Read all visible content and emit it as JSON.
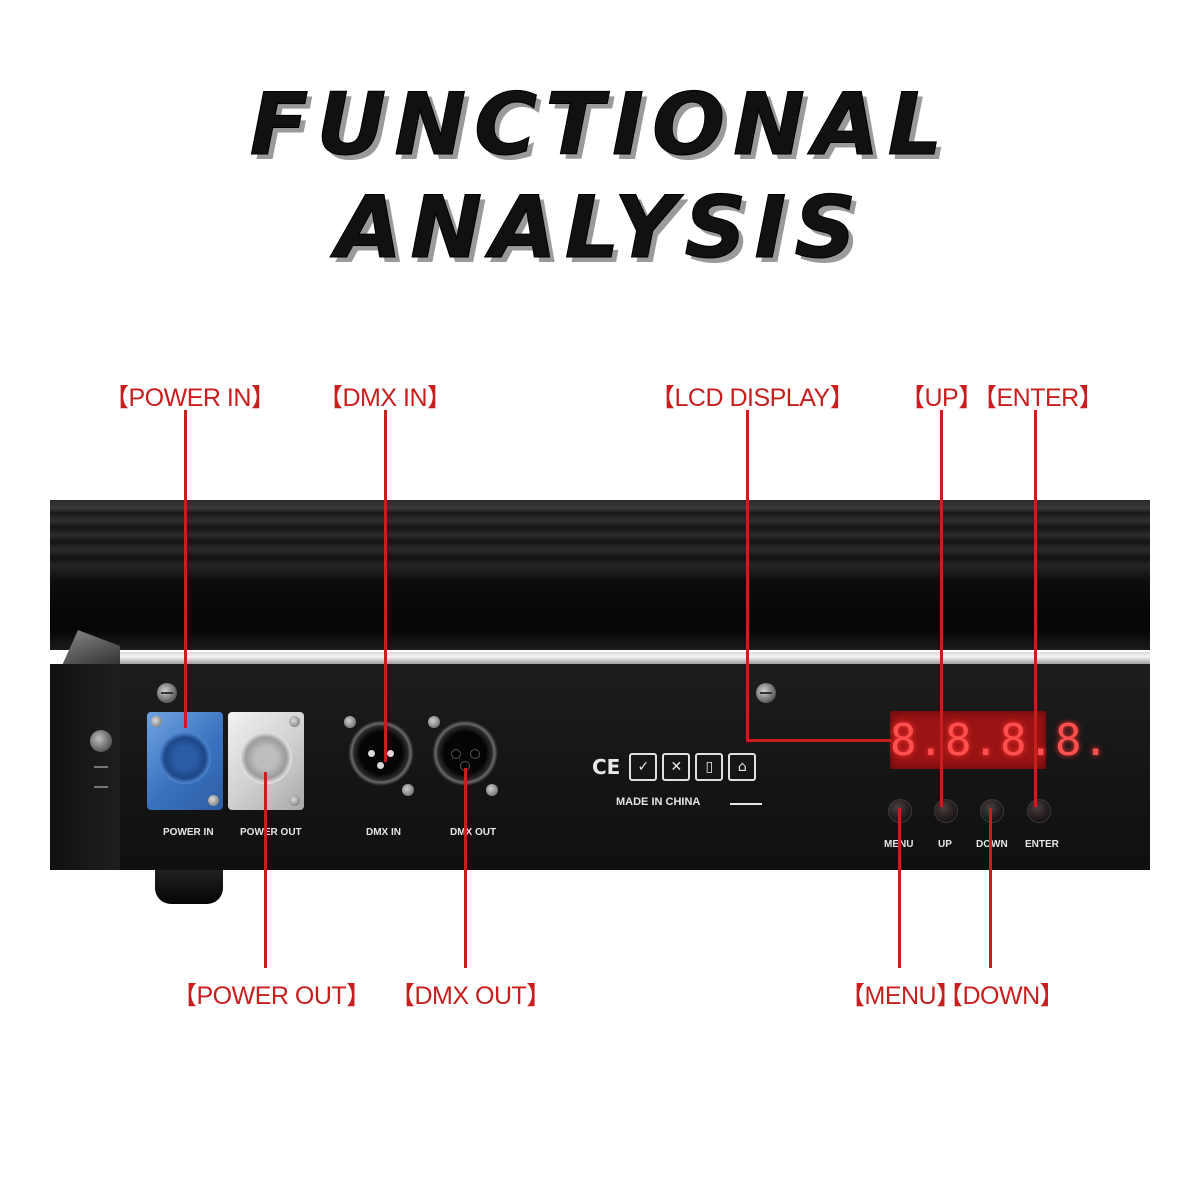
{
  "title": {
    "line1": "FUNCTIONAL",
    "line2": "ANALYSIS"
  },
  "callouts": {
    "power_in": "【POWER IN】",
    "dmx_in": "【DMX IN】",
    "lcd_display": "【LCD DISPLAY】",
    "up": "【UP】",
    "enter": "【ENTER】",
    "power_out": "【POWER OUT】",
    "dmx_out": "【DMX OUT】",
    "menu": "【MENU】",
    "down": "【DOWN】"
  },
  "device": {
    "port_labels": {
      "power_in": "POWER IN",
      "power_out": "POWER OUT",
      "dmx_in": "DMX IN",
      "dmx_out": "DMX OUT"
    },
    "cert_ce": "CE",
    "made_in": "MADE IN CHINA",
    "lcd_readout": "8.8.8.8.",
    "button_labels": {
      "menu": "MENU",
      "up": "UP",
      "down": "DOWN",
      "enter": "ENTER"
    }
  },
  "colors": {
    "callout": "#c81e1e",
    "power_in_connector": "#3a72c0",
    "power_out_connector": "#cfcfcf",
    "lcd": "#9a1414"
  }
}
